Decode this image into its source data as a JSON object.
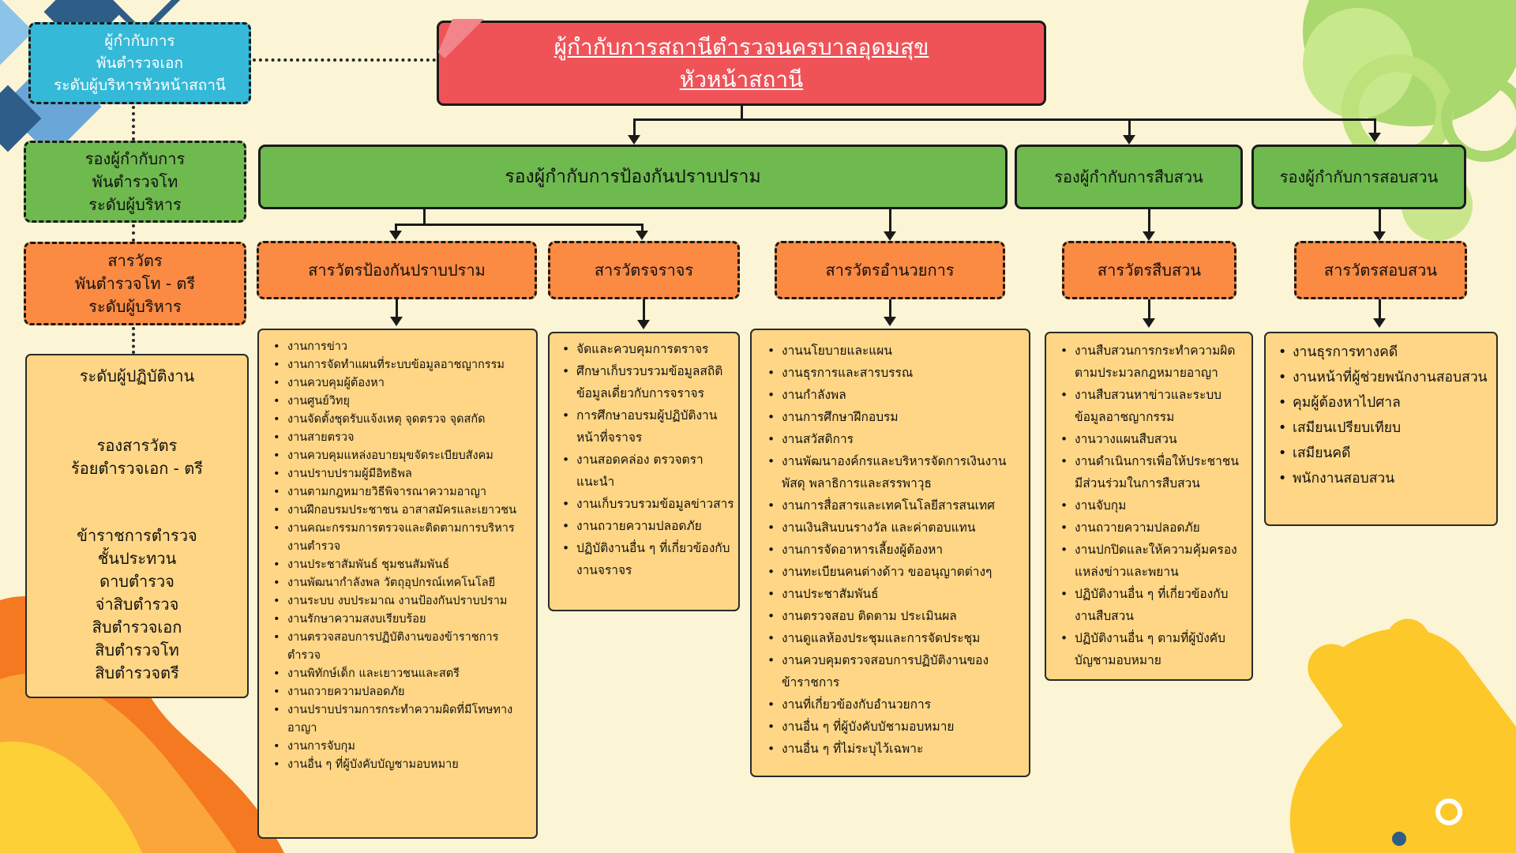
{
  "colors": {
    "background": "#fbf5d6",
    "green": "#6fba4f",
    "orange": "#fb8a43",
    "cyan": "#34b9d8",
    "red": "#ef5358",
    "pale": "#fed685"
  },
  "top": {
    "line1": "ผู้กำกับการสถานีตำรวจนครบาลอุดมสุข",
    "line2": "หัวหน้าสถานี"
  },
  "left": {
    "box1": {
      "l1": "ผู้กำกับการ",
      "l2": "พันตำรวจเอก",
      "l3": "ระดับผู้บริหารหัวหน้าสถานี"
    },
    "box2": {
      "l1": "รองผู้กำกับการ",
      "l2": "พันตำรวจโท",
      "l3": "ระดับผู้บริหาร"
    },
    "box3": {
      "l1": "สารวัตร",
      "l2": "พันตำรวจโท - ตรี",
      "l3": "ระดับผู้บริหาร"
    },
    "box4": {
      "l1": "ระดับผู้ปฏิบัติงาน",
      "l2": "รองสารวัตร",
      "l3": "ร้อยตำรวจเอก - ตรี",
      "l4": "ข้าราชการตำรวจ",
      "l5": "ชั้นประทวน",
      "l6": "ดาบตำรวจ",
      "l7": "จ่าสิบตำรวจ",
      "l8": "สิบตำรวจเอก",
      "l9": "สิบตำรวจโท",
      "l10": "สิบตำรวจตรี"
    }
  },
  "deputies": {
    "prevention": "รองผู้กำกับการป้องกันปราบปราม",
    "investigation": "รองผู้กำกับการสืบสวน",
    "inquiry": "รองผู้กำกับการสอบสวน"
  },
  "inspectors": {
    "prevention": "สารวัตรป้องกันปราบปราม",
    "traffic": "สารวัตรจราจร",
    "admin": "สารวัตรอำนวยการ",
    "investigation": "สารวัตรสืบสวน",
    "inquiry": "สารวัตรสอบสวน"
  },
  "lists": {
    "prevention": [
      "งานการข่าว",
      "งานการจัดทำแผนที่ระบบข้อมูลอาชญากรรม",
      "งานควบคุมผู้ต้องหา",
      "งานศูนย์วิทยุ",
      "งานจัดตั้งชุดรับแจ้งเหตุ จุดตรวจ จุดสกัด",
      "งานสายตรวจ",
      "งานควบคุมแหล่งอบายมุขจัดระเบียบสังคม",
      "งานปราบปรามผู้มีอิทธิพล",
      "งานตามกฎหมายวิธีพิจารณาความอาญา",
      "งานฝึกอบรมประชาชน อาสาสมัครและเยาวชน",
      "งานคณะกรรมการตรวจและติดตามการบริหารงานตำรวจ",
      "งานประชาสัมพันธ์ ชุมชนสัมพันธ์",
      "งานพัฒนากำลังพล วัตถุอุปกรณ์เทคโนโลยี",
      "งานระบบ งบประมาณ งานป้องกันปราบปราม",
      "งานรักษาความสงบเรียบร้อย",
      "งานตรวจสอบการปฏิบัติงานของข้าราชการตำรวจ",
      "งานพิทักษ์เด็ก และเยาวชนและสตรี",
      "งานถวายความปลอดภัย",
      "งานปราบปรามการกระทำความผิดที่มีโทษทางอาญา",
      "งานการจับกุม",
      "งานอื่น ๆ ที่ผู้บังคับบัญชามอบหมาย"
    ],
    "traffic": [
      "จัดและควบคุมการตราจร",
      "ศึกษาเก็บรวบรวมข้อมูลสถิติข้อมูลเดี่ยวกับการจราจร",
      "การศึกษาอบรมผู้ปฏิบัติงานหน้าที่จราจร",
      "งานสอดคล่อง ตรวจตราแนะนำ",
      "งานเก็บรวบรวมข้อมูลข่าวสาร",
      "งานถวายความปลอดภัย",
      "ปฏิบัติงานอื่น ๆ ที่เกี่ยวข้องกับงานจราจร"
    ],
    "admin": [
      "งานนโยบายและแผน",
      "งานธุรการและสารบรรณ",
      "งานกำลังพล",
      "งานการศึกษาฝึกอบรม",
      "งานสวัสดิการ",
      "งานพัฒนาองค์กรและบริหารจัดการเงินงานพัสดุ พลาธิการและสรรพาวุธ",
      "งานการสื่อสารและเทคโนโลยีสารสนเทศ",
      "งานเงินสินบนรางวัล และค่าตอบแทน",
      "งานการจัดอาหารเลี้ยงผู้ต้องหา",
      "งานทะเบียนคนต่างด้าว ขออนุญาตต่างๆ",
      "งานประชาสัมพันธ์",
      "งานตรวจสอบ ติดตาม ประเมินผล",
      "งานดูแลห้องประชุมและการจัดประชุม",
      "งานควบคุมตรวจสอบการปฏิบัติงานของข้าราชการ",
      "งานที่เกี่ยวข้องกับอำนวยการ",
      "งานอื่น ๆ ที่ผู้บังคับบัชามอบหมาย",
      "งานอื่น ๆ ที่ไม่ระบุไว้เฉพาะ"
    ],
    "investigation": [
      "งานสืบสวนการกระทำความผิดตามประมวลกฎหมายอาญา",
      "งานสืบสวนหาข่าวและระบบข้อมูลอาชญากรรม",
      "งานวางแผนสืบสวน",
      "งานดำเนินการเพื่อให้ประชาชนมีส่วนร่วมในการสืบสวน",
      "งานจับกุม",
      "งานถวายความปลอดภัย",
      "งานปกปิดและให้ความคุ้มครองแหล่งข่าวและพยาน",
      "ปฏิบัติงานอื่น ๆ ที่เกี่ยวข้องกับงานสืบสวน",
      "ปฏิบัติงานอื่น ๆ ตามที่ผู้บังคับบัญชามอบหมาย"
    ],
    "inquiry": [
      "งานธุรการทางคดี",
      "งานหน้าที่ผู้ช่วยพนักงานสอบสวน",
      "คุมผู้ต้องหาไปศาล",
      "เสมียนเปรียบเทียบ",
      "เสมียนคดี",
      "พนักงานสอบสวน"
    ]
  }
}
